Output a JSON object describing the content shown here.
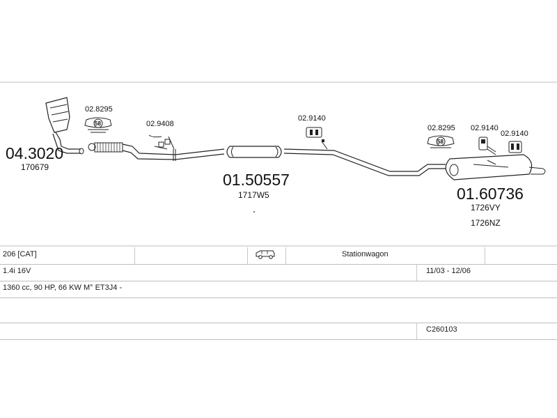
{
  "parts": {
    "catalytic": {
      "number": "04.3020",
      "ref": "170679"
    },
    "front_hanger": {
      "number": "02.8295",
      "marker": "58"
    },
    "clamp": {
      "number": "02.9408"
    },
    "middle_hanger": {
      "number": "02.9140"
    },
    "middle_silencer": {
      "number": "01.50557",
      "ref": "1717W5"
    },
    "rear_hanger": {
      "number": "02.8295",
      "marker": "58"
    },
    "rear_hanger_b": {
      "number": "02.9140"
    },
    "rear_hanger_c": {
      "number": "02.9140"
    },
    "rear_silencer": {
      "number": "01.60736",
      "ref1": "1726VY",
      "ref2": "1726NZ"
    }
  },
  "vehicle": {
    "model": "206  [CAT]",
    "body": "Stationwagon",
    "engine": "1.4i 16V",
    "dates": "11/03 - 12/06",
    "specs": "1360 cc, 90 HP, 66 KW  M° ET3J4 -",
    "code": "C260103"
  },
  "icons": {
    "vehicle": "station-wagon-car-icon"
  }
}
